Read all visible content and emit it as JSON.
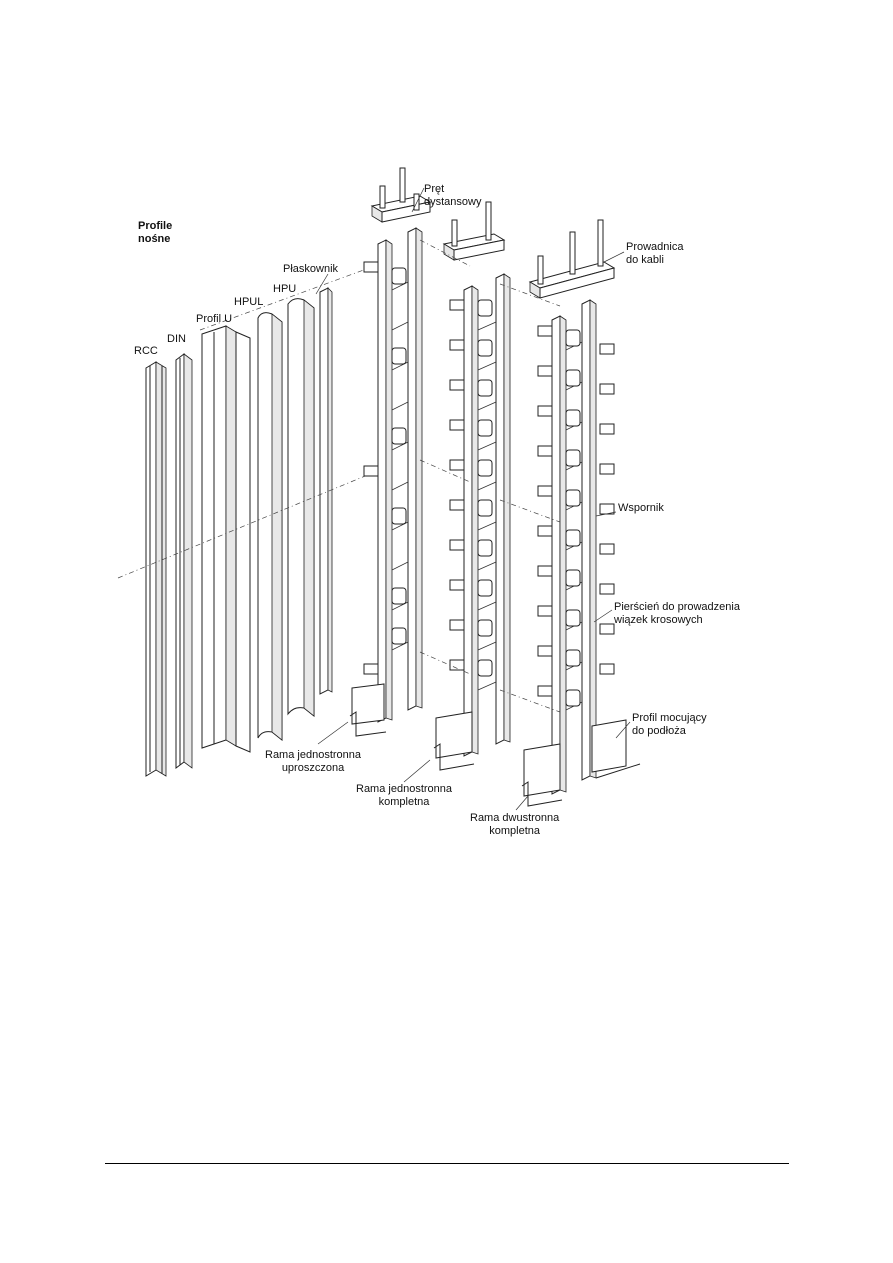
{
  "labels": {
    "profile_nosne": [
      "Profile",
      "nośne"
    ],
    "pret_dystansowy": [
      "Pręt",
      "dystansowy"
    ],
    "prowadnica": [
      "Prowadnica",
      "do kabli"
    ],
    "plaskownik": "Płaskownik",
    "hpu": "HPU",
    "hpul": "HPUL",
    "profil_u": "Profil U",
    "din": "DIN",
    "rcc": "RCC",
    "wspornik": "Wspornik",
    "pierscien": [
      "Pierścień do prowadzenia",
      "wiązek krosowych"
    ],
    "profil_mocujacy": [
      "Profil mocujący",
      "do podłoża"
    ],
    "rama_uproszczona": [
      "Rama jednostronna",
      "uproszczona"
    ],
    "rama_jednostronna": [
      "Rama jednostronna",
      "kompletna"
    ],
    "rama_dwustronna": [
      "Rama dwustronna",
      "kompletna"
    ]
  }
}
